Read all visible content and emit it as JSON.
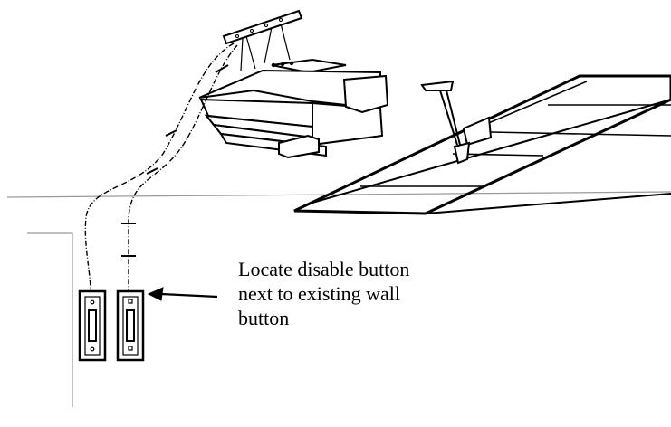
{
  "diagram": {
    "caption_lines": [
      "Locate disable button",
      "next to existing wall",
      "button"
    ],
    "colors": {
      "ink": "#000000",
      "background": "#ffffff",
      "wall_line": "#9a9a9a"
    }
  }
}
